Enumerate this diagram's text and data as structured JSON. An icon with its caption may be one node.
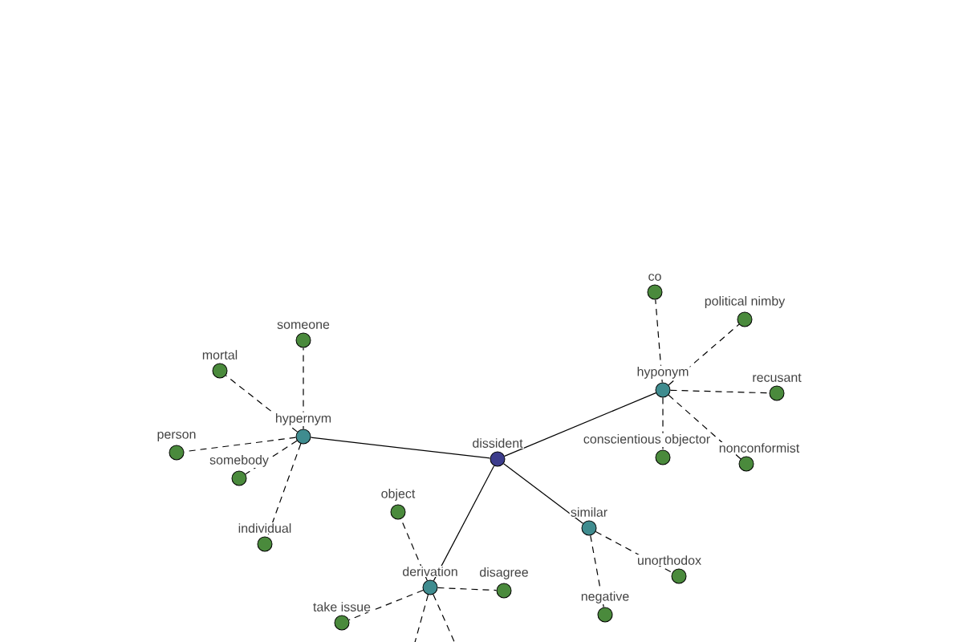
{
  "diagram": {
    "nodes": [
      {
        "text": [
          "dissident"
        ]
      },
      {
        "text": [
          "hypernym"
        ]
      },
      {
        "text": [
          "hyponym"
        ]
      },
      {
        "text": [
          "similar"
        ]
      },
      {
        "text": [
          "derivation"
        ]
      },
      {
        "text": [
          "someone"
        ]
      },
      {
        "text": [
          "mortal"
        ]
      },
      {
        "text": [
          "person"
        ]
      },
      {
        "text": [
          "somebody"
        ]
      },
      {
        "text": [
          "individual"
        ]
      },
      {
        "text": [
          "co"
        ]
      },
      {
        "text": [
          "political nimby"
        ]
      },
      {
        "text": [
          "recusant"
        ]
      },
      {
        "text": [
          "conscientious objector"
        ]
      },
      {
        "text": [
          "nonconformist"
        ]
      },
      {
        "text": [
          "unorthodox"
        ]
      },
      {
        "text": [
          "negative"
        ]
      },
      {
        "text": [
          "object"
        ]
      },
      {
        "text": [
          "disagree"
        ]
      },
      {
        "text": [
          "take issue"
        ]
      }
    ],
    "edges": [
      {
        "from": 0,
        "to": 1,
        "arrow": "none"
      },
      {
        "from": 0,
        "to": 2,
        "arrow": "none"
      },
      {
        "from": 0,
        "to": 3,
        "arrow": "none"
      },
      {
        "from": 0,
        "to": 4,
        "arrow": "none"
      },
      {
        "from": 1,
        "to": 5,
        "arrow": "none",
        "style": "dashed"
      },
      {
        "from": 1,
        "to": 6,
        "arrow": "none",
        "style": "dashed"
      },
      {
        "from": 1,
        "to": 7,
        "arrow": "none",
        "style": "dashed"
      },
      {
        "from": 1,
        "to": 8,
        "arrow": "none",
        "style": "dashed"
      },
      {
        "from": 1,
        "to": 9,
        "arrow": "none",
        "style": "dashed"
      },
      {
        "from": 2,
        "to": 10,
        "arrow": "none",
        "style": "dashed"
      },
      {
        "from": 2,
        "to": 11,
        "arrow": "none",
        "style": "dashed"
      },
      {
        "from": 2,
        "to": 12,
        "arrow": "none",
        "style": "dashed"
      },
      {
        "from": 2,
        "to": 13,
        "arrow": "none",
        "style": "dashed"
      },
      {
        "from": 2,
        "to": 14,
        "arrow": "none",
        "style": "dashed"
      },
      {
        "from": 3,
        "to": 15,
        "arrow": "none",
        "style": "dashed"
      },
      {
        "from": 3,
        "to": 16,
        "arrow": "none",
        "style": "dashed"
      },
      {
        "from": 4,
        "to": 17,
        "arrow": "none",
        "style": "dashed"
      },
      {
        "from": 4,
        "to": 18,
        "arrow": "none",
        "style": "dashed"
      },
      {
        "from": 4,
        "to": 19,
        "arrow": "none",
        "style": "dashed"
      },
      {
        "from": 4,
        "to": null,
        "arrow": "none",
        "style": "dashed"
      },
      {
        "from": 4,
        "to": null,
        "arrow": "none",
        "style": "dashed"
      }
    ]
  }
}
